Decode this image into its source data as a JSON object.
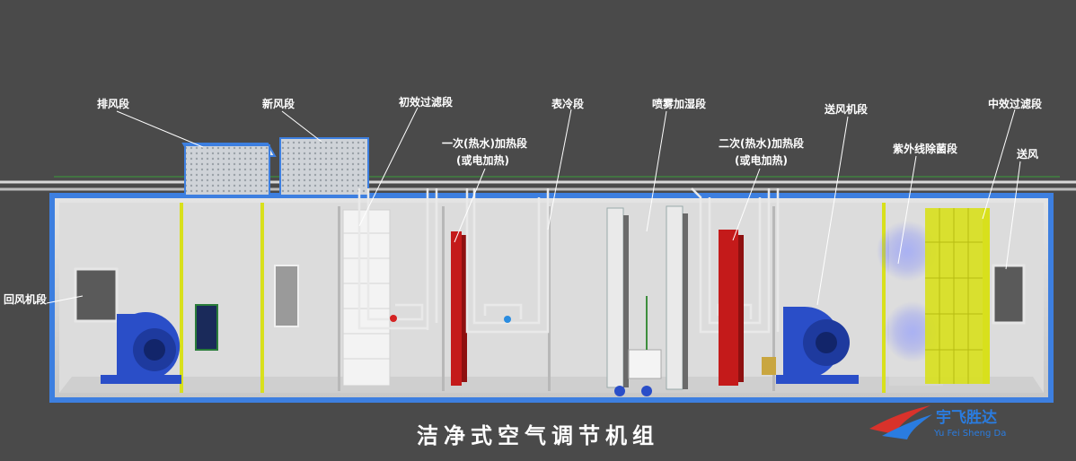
{
  "title": "洁净式空气调节机组",
  "labels": {
    "exhaust": "排风段",
    "fresh_air": "新风段",
    "primary_filter": "初效过滤段",
    "heating1_line1": "一次(热水)加热段",
    "heating1_line2": "(或电加热)",
    "cooling": "表冷段",
    "humidifier": "喷雾加湿段",
    "heating2_line1": "二次(热水)加热段",
    "heating2_line2": "(或电加热)",
    "supply_fan": "送风机段",
    "uv": "紫外线除菌段",
    "medium_filter": "中效过滤段",
    "supply_air": "送风",
    "return_fan": "回风机段"
  },
  "logo": {
    "name_cn": "宇飞胜达",
    "name_en": "Yu Fei Sheng Da"
  },
  "colors": {
    "background": "#4a4a4a",
    "frame_blue": "#3d7fe0",
    "fan_blue": "#2a4ec8",
    "heater_red": "#c41a1a",
    "filter_yellow": "#d8e01c",
    "uv_glow": "#6f7cff"
  }
}
